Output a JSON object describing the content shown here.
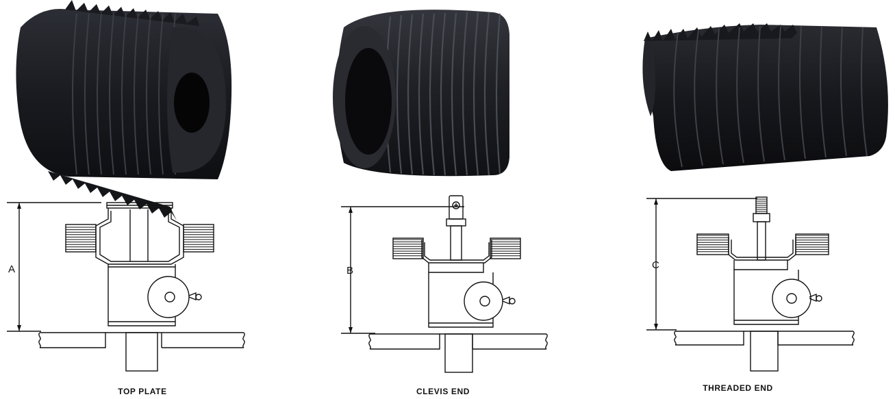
{
  "variants": [
    {
      "caption": "TOP PLATE",
      "dimension": "A",
      "end_type": "top-plate",
      "photo_style": "rigid-pleated"
    },
    {
      "caption": "CLEVIS END",
      "dimension": "B",
      "end_type": "clevis",
      "photo_style": "molded-ribbed"
    },
    {
      "caption": "THREADED END",
      "dimension": "C",
      "end_type": "threaded",
      "photo_style": "soft-pleated"
    }
  ],
  "colors": {
    "ink": "#111111",
    "boot": "#1c1d22",
    "boot_highlight": "#3a3c44",
    "paper": "#ffffff"
  }
}
